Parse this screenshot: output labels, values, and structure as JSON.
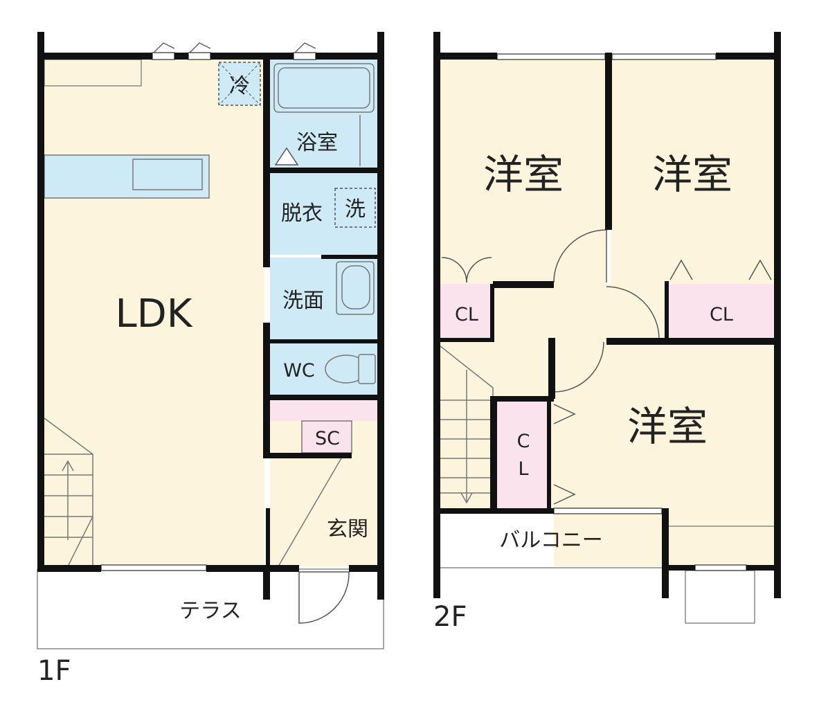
{
  "colors": {
    "wall": "#111111",
    "room_cream": "#fcf4dd",
    "room_blue": "#cdeaf6",
    "room_pink": "#fbe3ee",
    "line": "#555555"
  },
  "floor1": {
    "label": "1F",
    "rooms": {
      "ldk": "LDK",
      "bath": "浴室",
      "dressing": "脱衣",
      "washroom": "洗面",
      "wc": "WC",
      "sc": "SC",
      "entrance": "玄関",
      "terrace": "テラス"
    },
    "fixtures": {
      "fridge": "冷",
      "washer": "洗"
    }
  },
  "floor2": {
    "label": "2F",
    "rooms": {
      "western1": "洋室",
      "western2": "洋室",
      "western3": "洋室",
      "closet1": "CL",
      "closet2": "CL",
      "closet3_line1": "C",
      "closet3_line2": "L",
      "balcony": "バルコニー"
    }
  }
}
